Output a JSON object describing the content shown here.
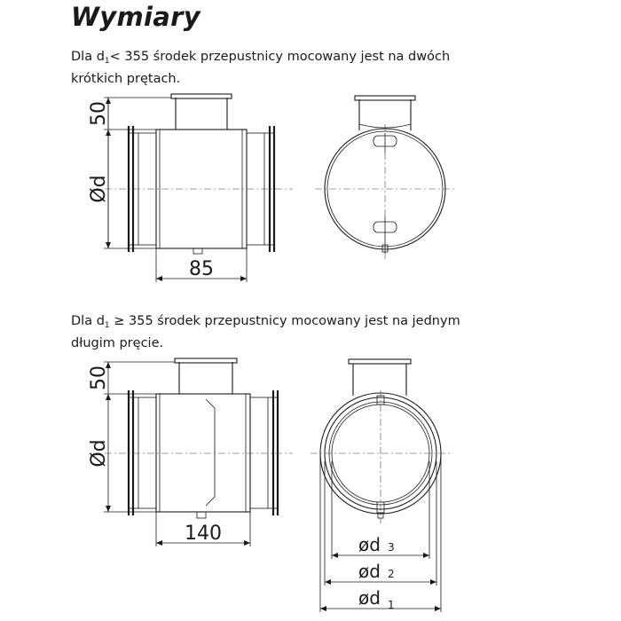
{
  "heading": "Wymiary",
  "caption_top": {
    "pre": "Dla d",
    "sub": "1",
    "post": "< 355 środek przepustnicy mocowany jest na dwóch",
    "line2": "krótkich prętach."
  },
  "caption_bottom": {
    "pre": "Dla d",
    "sub": "1",
    "post": " ≥ 355 środek przepustnicy mocowany jest na jednym",
    "line2": "długim pręcie."
  },
  "dims": {
    "top_height": "50",
    "top_diameter": "Ød",
    "top_length": "85",
    "bottom_height": "50",
    "bottom_diameter": "Ød",
    "bottom_length": "140",
    "d3_main": "ød",
    "d3_sub": "3",
    "d2_main": "ød",
    "d2_sub": "2",
    "d1_main": "ød",
    "d1_sub": "1"
  }
}
